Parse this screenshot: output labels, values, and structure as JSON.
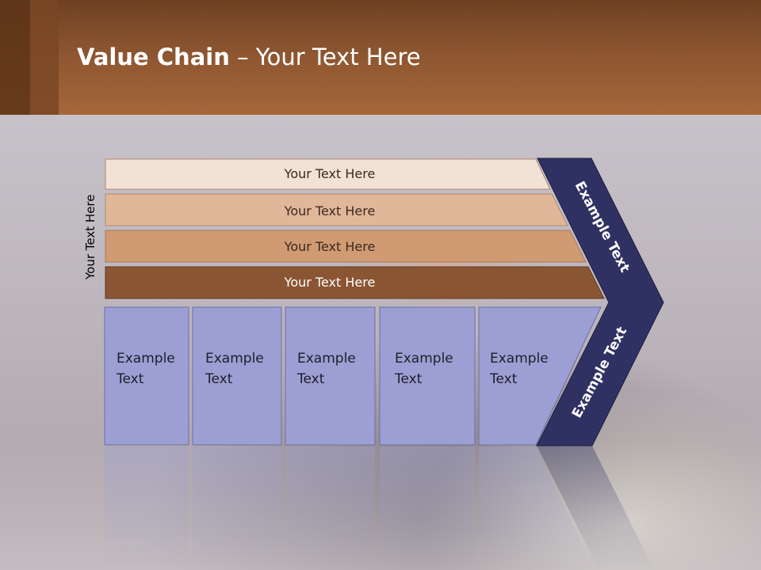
{
  "title": {
    "bold": "Value Chain",
    "rest": " – Your Text Here"
  },
  "side_label": "Your Text Here",
  "bars": [
    {
      "label": "Your Text Here",
      "color": "#f2e1d6",
      "text_color": "#3a2a20"
    },
    {
      "label": "Your Text Here",
      "color": "#e1b79a",
      "text_color": "#3a2a20"
    },
    {
      "label": "Your Text Here",
      "color": "#d09a72",
      "text_color": "#3a2a20"
    },
    {
      "label": "Your Text Here",
      "color": "#8a5533",
      "text_color": "#ffffff"
    }
  ],
  "cells": [
    {
      "line1": "Example",
      "line2": "Text"
    },
    {
      "line1": "Example",
      "line2": "Text"
    },
    {
      "line1": "Example",
      "line2": "Text"
    },
    {
      "line1": "Example",
      "line2": "Text"
    },
    {
      "line1": "Example",
      "line2": "Text"
    }
  ],
  "cell_color": "#9c9fd3",
  "chevron": {
    "color": "#2f3163",
    "upper_label": "Example Text",
    "lower_label": "Example Text"
  }
}
